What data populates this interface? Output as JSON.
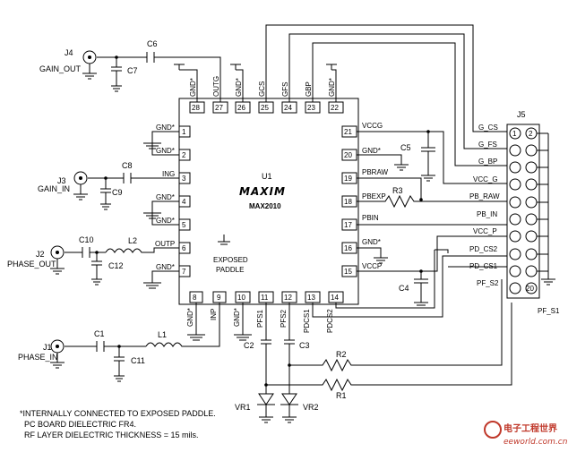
{
  "chip": {
    "ref": "U1",
    "brand": "MAXIM",
    "part": "MAX2010",
    "paddle_label_1": "EXPOSED",
    "paddle_label_2": "PADDLE",
    "pins_left": [
      {
        "num": "1",
        "name": "GND*"
      },
      {
        "num": "2",
        "name": "GND*"
      },
      {
        "num": "3",
        "name": "ING"
      },
      {
        "num": "4",
        "name": "GND*"
      },
      {
        "num": "5",
        "name": "GND*"
      },
      {
        "num": "6",
        "name": "OUTP"
      },
      {
        "num": "7",
        "name": "GND*"
      }
    ],
    "pins_bottom": [
      {
        "num": "8",
        "name": "GND*"
      },
      {
        "num": "9",
        "name": "INP"
      },
      {
        "num": "10",
        "name": "GND*"
      },
      {
        "num": "11",
        "name": "PFS1"
      },
      {
        "num": "12",
        "name": "PFS2"
      },
      {
        "num": "13",
        "name": "PDCS1"
      },
      {
        "num": "14",
        "name": "PDCS2"
      }
    ],
    "pins_right": [
      {
        "num": "15",
        "name": "VCCP"
      },
      {
        "num": "16",
        "name": "GND*"
      },
      {
        "num": "17",
        "name": "PBIN"
      },
      {
        "num": "18",
        "name": "PBEXP"
      },
      {
        "num": "19",
        "name": "PBRAW"
      },
      {
        "num": "20",
        "name": "GND*"
      },
      {
        "num": "21",
        "name": "VCCG"
      }
    ],
    "pins_top": [
      {
        "num": "22",
        "name": "GND*"
      },
      {
        "num": "23",
        "name": "GBP"
      },
      {
        "num": "24",
        "name": "GFS"
      },
      {
        "num": "25",
        "name": "GCS"
      },
      {
        "num": "26",
        "name": "GND*"
      },
      {
        "num": "27",
        "name": "OUTG"
      },
      {
        "num": "28",
        "name": "GND*"
      }
    ]
  },
  "connector": {
    "ref": "J5",
    "labels": [
      "G_CS",
      "G_FS",
      "G_BP",
      "VCC_G",
      "PB_RAW",
      "PB_IN",
      "VCC_P",
      "PD_CS2",
      "PD_CS1",
      "PF_S2"
    ],
    "pin_first_a": "1",
    "pin_first_b": "2",
    "pin_last_b": "20",
    "extra_label": "PF_S1"
  },
  "ports": {
    "j4": {
      "ref": "J4",
      "name": "GAIN_OUT"
    },
    "j3": {
      "ref": "J3",
      "name": "GAIN_IN"
    },
    "j2": {
      "ref": "J2",
      "name": "PHASE_OUT"
    },
    "j1": {
      "ref": "J1",
      "name": "PHASE_IN"
    }
  },
  "components": {
    "c1": "C1",
    "c2": "C2",
    "c3": "C3",
    "c4": "C4",
    "c5": "C5",
    "c6": "C6",
    "c7": "C7",
    "c8": "C8",
    "c9": "C9",
    "c10": "C10",
    "c11": "C11",
    "c12": "C12",
    "l1": "L1",
    "l2": "L2",
    "r1": "R1",
    "r2": "R2",
    "r3": "R3",
    "vr1": "VR1",
    "vr2": "VR2"
  },
  "notes": [
    "*INTERNALLY CONNECTED TO EXPOSED PADDLE.",
    "PC BOARD DIELECTRIC FR4.",
    "RF LAYER DIELECTRIC THICKNESS = 15 mils."
  ],
  "watermark": {
    "site_cn": "电子工程世界",
    "site_url": "eeworld.com.cn"
  }
}
